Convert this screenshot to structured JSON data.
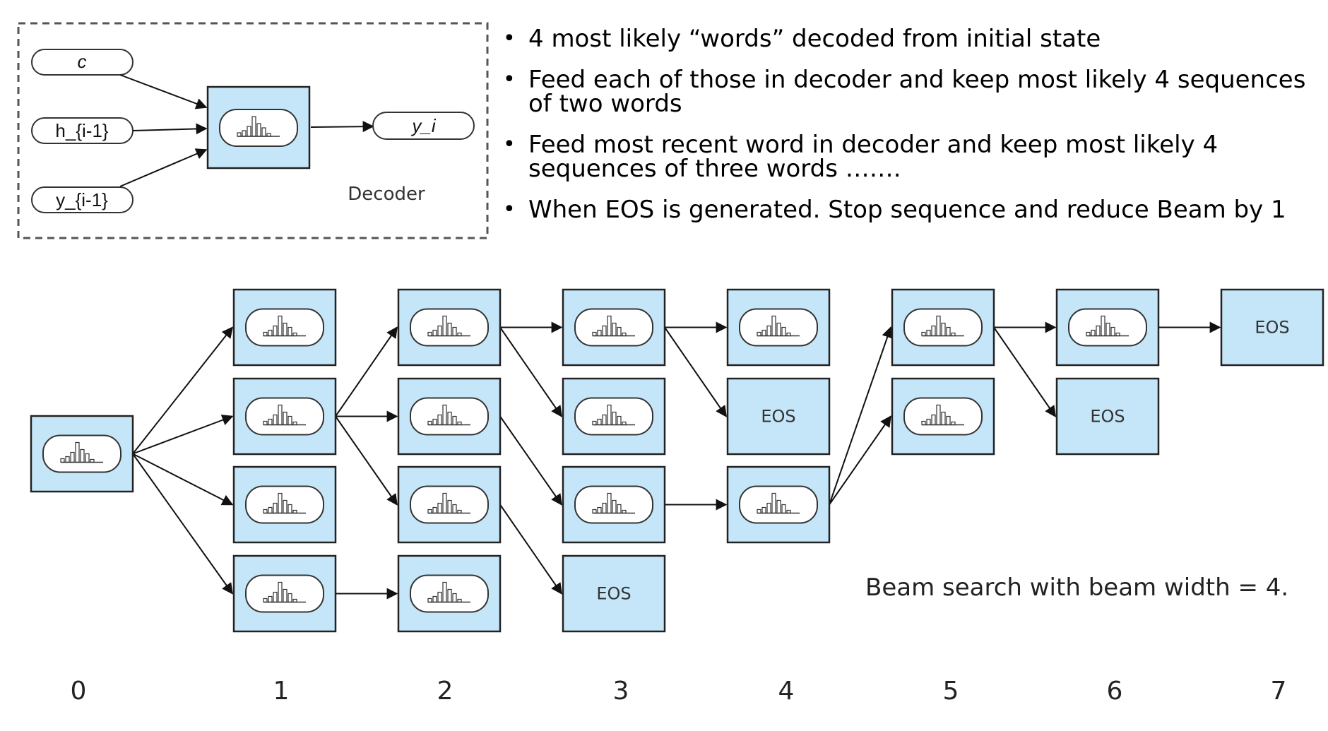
{
  "bullets": [
    "4 most likely  “words” decoded from initial state",
    "Feed each of those in decoder and keep most likely 4 sequences of two words",
    "Feed most recent word in decoder and keep most likely 4 sequences of three words …….",
    "When EOS is generated. Stop sequence and reduce Beam by 1"
  ],
  "decoder_inset": {
    "inputs": [
      "c",
      "h_{i-1}",
      "y_{i-1}"
    ],
    "output": "y_i",
    "label": "Decoder"
  },
  "beam": {
    "caption": "Beam search with beam width = 4.",
    "eos_label": "EOS",
    "steps": [
      "0",
      "1",
      "2",
      "3",
      "4",
      "5",
      "6",
      "7"
    ]
  }
}
